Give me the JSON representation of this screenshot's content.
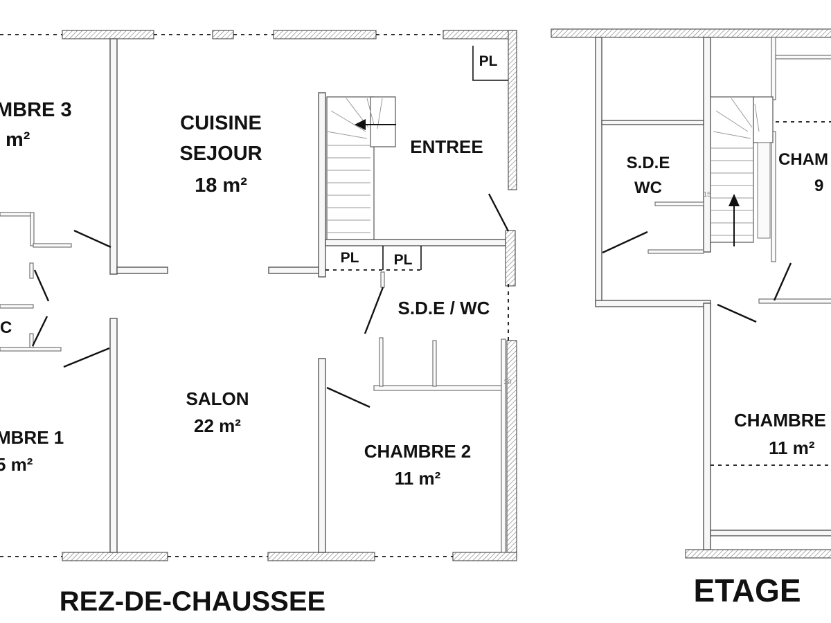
{
  "plans": {
    "rdc": {
      "title": "REZ-DE-CHAUSSEE",
      "rooms": {
        "chambre3": {
          "name": "MBRE 3",
          "area": "m²"
        },
        "cuisine": {
          "line1": "CUISINE",
          "line2": "SEJOUR",
          "area": "18 m²"
        },
        "entree": {
          "name": "ENTREE"
        },
        "wc_left": {
          "name": "C"
        },
        "sde_wc": {
          "name": "S.D.E / WC"
        },
        "salon": {
          "name": "SALON",
          "area": "22 m²"
        },
        "chambre1": {
          "name": "MBRE 1",
          "area": "5 m²"
        },
        "chambre2": {
          "name": "CHAMBRE 2",
          "area": "11 m²"
        }
      },
      "pl_labels": [
        "PL",
        "PL",
        "PL"
      ]
    },
    "etage": {
      "title": "ETAGE",
      "rooms": {
        "sde": {
          "line1": "S.D.E",
          "line2": "WC"
        },
        "chambre_top": {
          "name": "CHAM",
          "area": "9"
        },
        "chambre_bottom": {
          "name": "CHAMBRE",
          "area": "11 m²"
        }
      },
      "small_numbers": [
        "15",
        "20"
      ]
    }
  },
  "colors": {
    "line": "#111111",
    "wall_fill": "#f7f7f7",
    "hatch": "#777777",
    "background": "#ffffff"
  }
}
